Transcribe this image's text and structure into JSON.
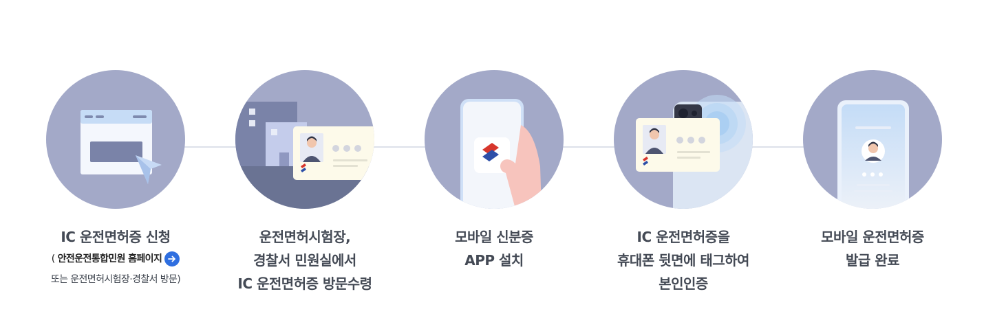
{
  "steps": [
    {
      "title_lines": [
        "IC 운전면허증 신청"
      ],
      "sub": {
        "open": "(",
        "link_label": "안전운전통합민원 홈페이지",
        "line2": "또는 운전면허시험장·경찰서 방문)"
      }
    },
    {
      "title_lines": [
        "운전면허시험장,",
        "경찰서 민원실에서",
        "IC 운전면허증 방문수령"
      ]
    },
    {
      "title_lines": [
        "모바일 신분증",
        "APP 설치"
      ]
    },
    {
      "title_lines": [
        "IC 운전면허증을",
        "휴대폰 뒷면에 태그하여",
        "본인인증"
      ]
    },
    {
      "title_lines": [
        "모바일 운전면허증",
        "발급 완료"
      ]
    }
  ],
  "icons": [
    "browser-window-icon",
    "id-card-pickup-icon",
    "mobile-app-install-icon",
    "nfc-tag-icon",
    "mobile-license-icon"
  ],
  "colors": {
    "circle": "#a3a9c8",
    "text": "#444a55",
    "link_button": "#2f6fe0"
  }
}
